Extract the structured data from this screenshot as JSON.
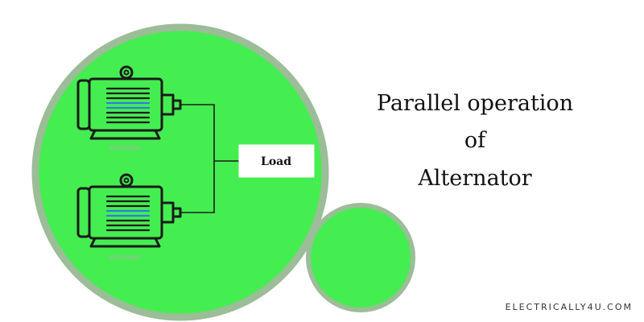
{
  "title": {
    "line1": "Parallel operation",
    "line2": "of",
    "line3": "Alternator"
  },
  "diagram": {
    "load_label": "Load",
    "generator_caption": "alternator",
    "generators": [
      {
        "id": "top",
        "caption": "alternator"
      },
      {
        "id": "bottom",
        "caption": "alternator"
      }
    ]
  },
  "brand": "ELECTRICALLY4U.COM",
  "colors": {
    "circle_fill": "#44ee50",
    "circle_ring": "#9bbd97",
    "wire": "#1a1a1a",
    "stripe_dark": "#1a1a1a",
    "stripe_blue": "#2e7de0"
  }
}
